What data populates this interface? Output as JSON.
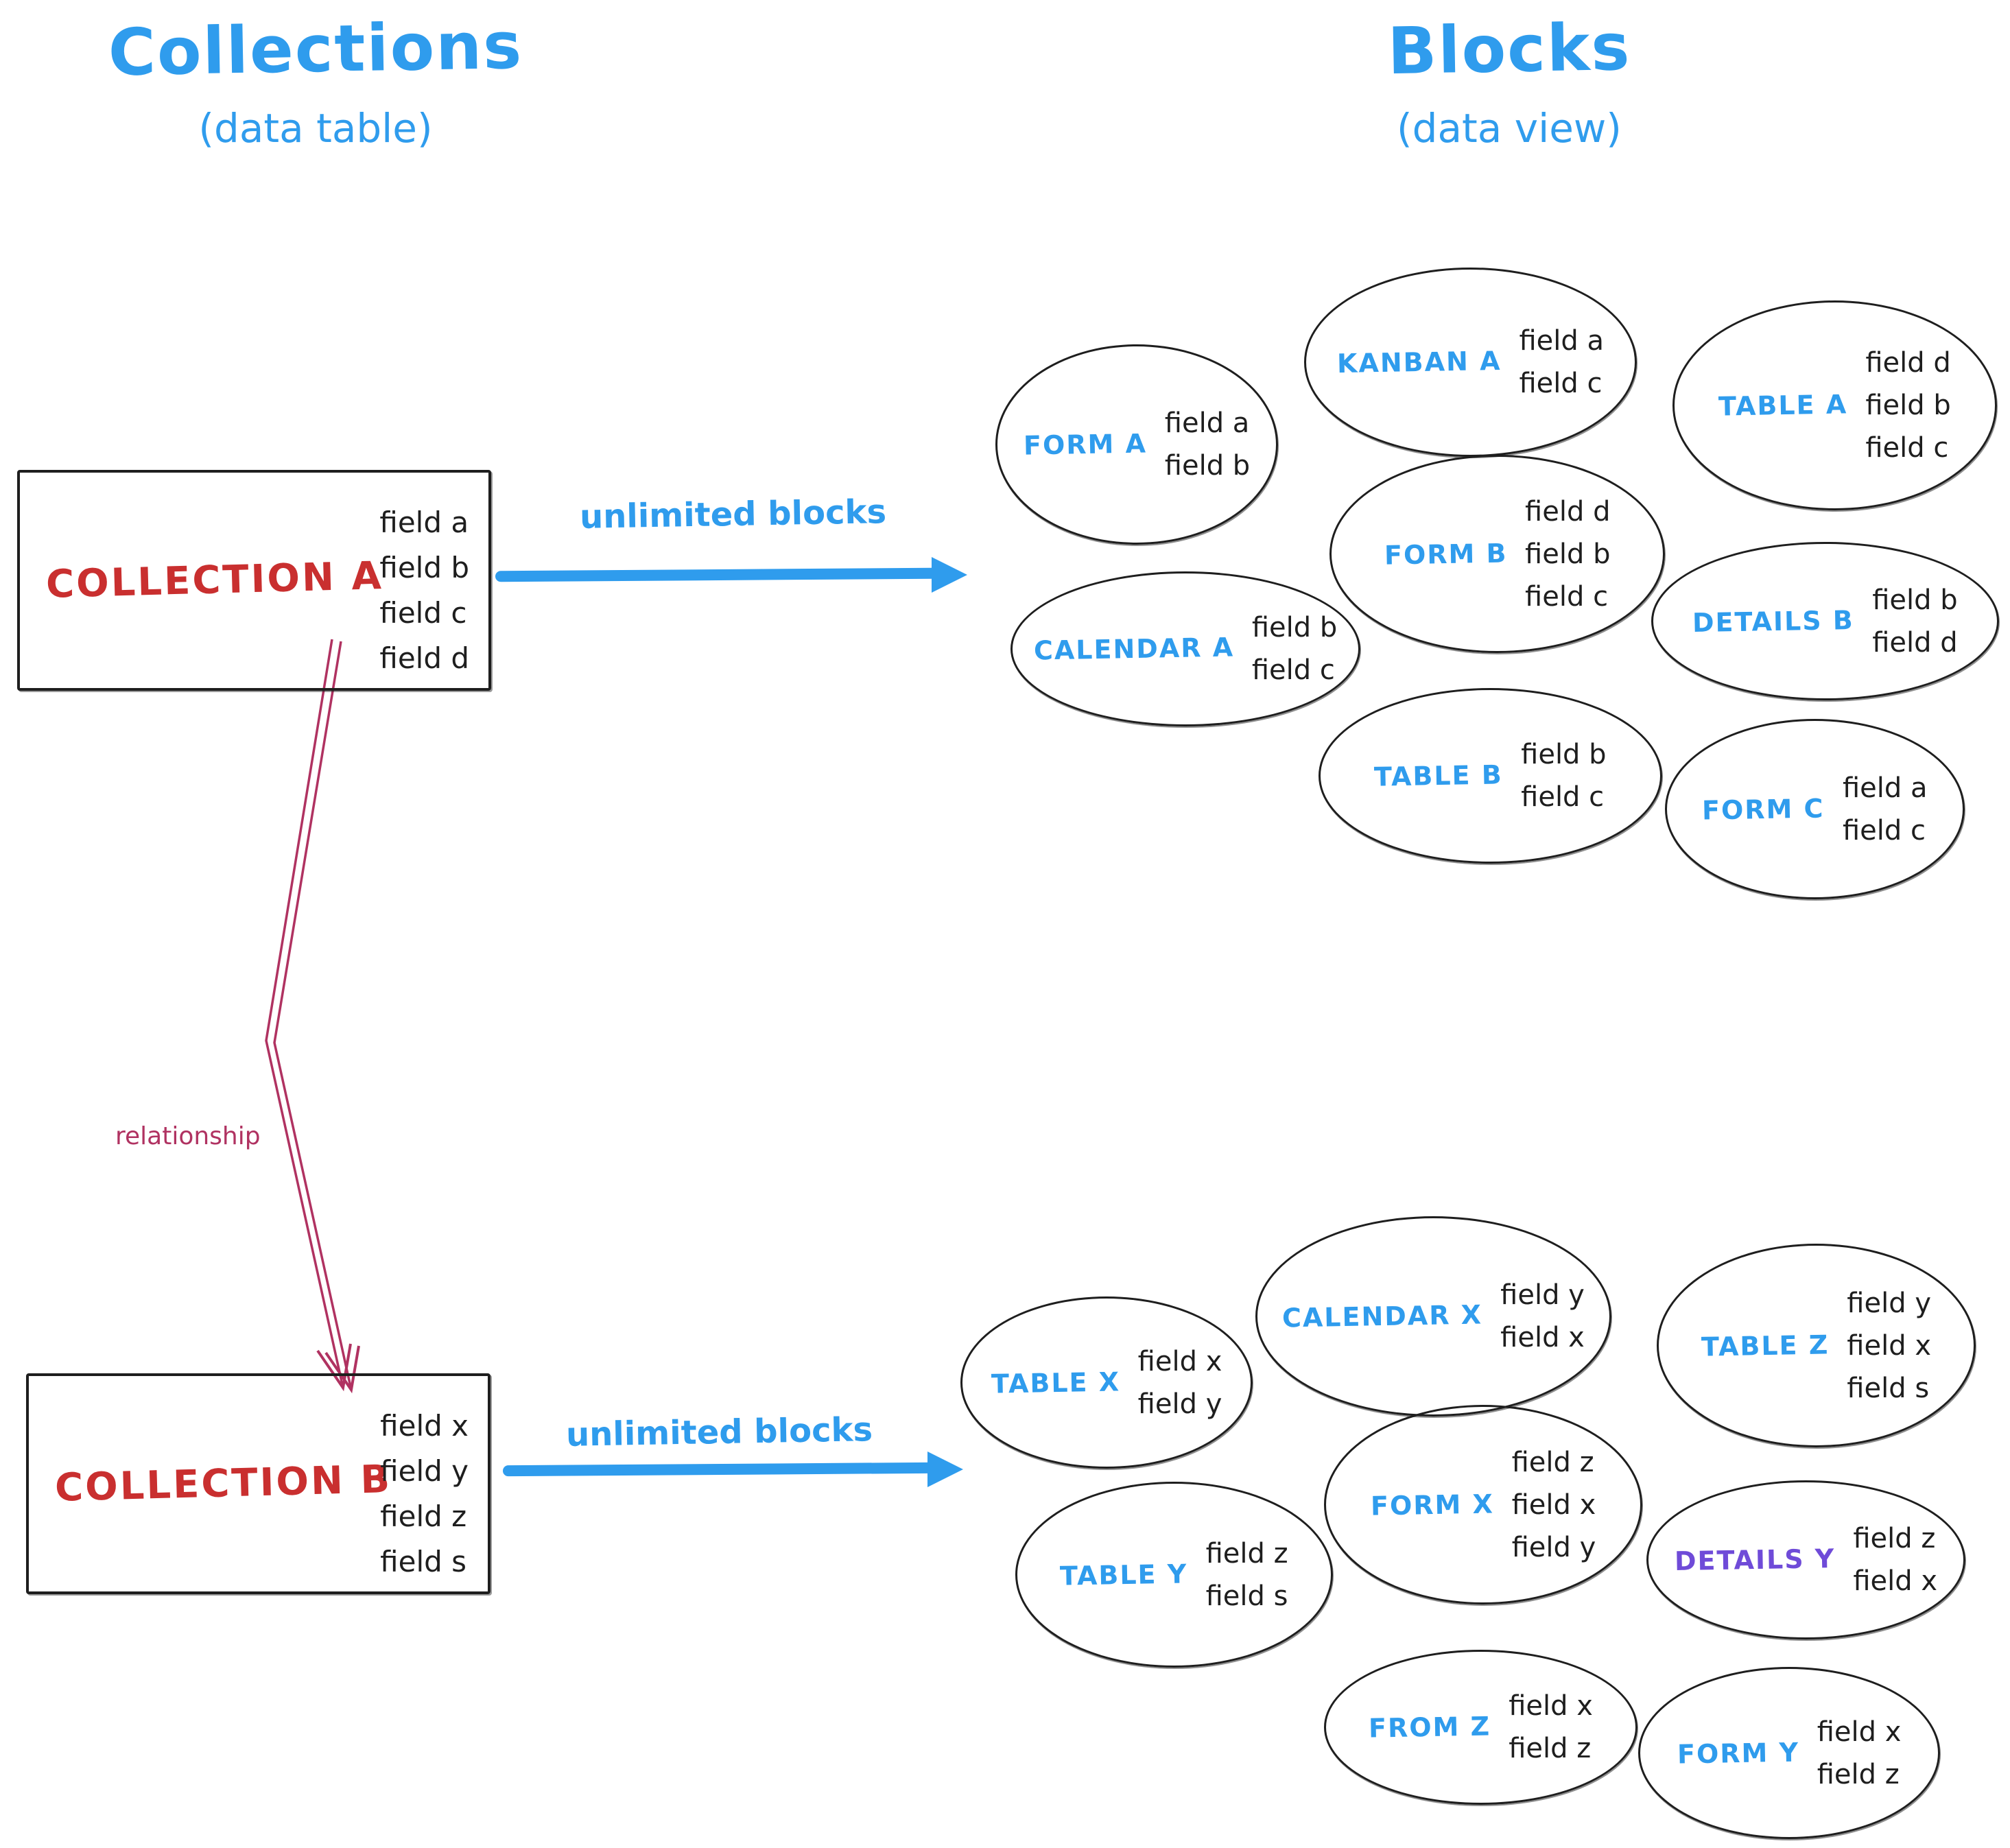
{
  "header": {
    "left_title": "Collections",
    "left_subtitle": "(data table)",
    "right_title": "Blocks",
    "right_subtitle": "(data view)"
  },
  "collection_a": {
    "label": "COLLECTION A",
    "fields": [
      "field a",
      "field b",
      "field c",
      "field d"
    ],
    "arrow_label": "unlimited blocks"
  },
  "collection_b": {
    "label": "COLLECTION B",
    "fields": [
      "field x",
      "field y",
      "field z",
      "field s"
    ],
    "arrow_label": "unlimited blocks"
  },
  "relationship_label": "relationship",
  "blocks_a": [
    {
      "label": "FORM A",
      "fields": [
        "field a",
        "field b"
      ]
    },
    {
      "label": "KANBAN A",
      "fields": [
        "field a",
        "field c"
      ]
    },
    {
      "label": "TABLE A",
      "fields": [
        "field d",
        "field b",
        "field c"
      ]
    },
    {
      "label": "FORM B",
      "fields": [
        "field d",
        "field b",
        "field c"
      ]
    },
    {
      "label": "CALENDAR A",
      "fields": [
        "field b",
        "field c"
      ]
    },
    {
      "label": "DETAILS B",
      "fields": [
        "field b",
        "field d"
      ]
    },
    {
      "label": "TABLE B",
      "fields": [
        "field b",
        "field c"
      ]
    },
    {
      "label": "FORM C",
      "fields": [
        "field a",
        "field c"
      ]
    }
  ],
  "blocks_b": [
    {
      "label": "TABLE X",
      "fields": [
        "field x",
        "field y"
      ]
    },
    {
      "label": "CALENDAR X",
      "fields": [
        "field y",
        "field x"
      ]
    },
    {
      "label": "TABLE Z",
      "fields": [
        "field y",
        "field x",
        "field s"
      ]
    },
    {
      "label": "FORM X",
      "fields": [
        "field z",
        "field x",
        "field y"
      ]
    },
    {
      "label": "TABLE Y",
      "fields": [
        "field z",
        "field s"
      ]
    },
    {
      "label": "DETAILS Y",
      "fields": [
        "field z",
        "field x"
      ]
    },
    {
      "label": "FROM Z",
      "fields": [
        "field x",
        "field z"
      ]
    },
    {
      "label": "FORM Y",
      "fields": [
        "field x",
        "field z"
      ]
    }
  ],
  "colors": {
    "blue": "#2f9ced",
    "red": "#c92f2f",
    "crimson": "#b03261",
    "purple": "#6f4bd8",
    "ink": "#1e1e1e"
  }
}
